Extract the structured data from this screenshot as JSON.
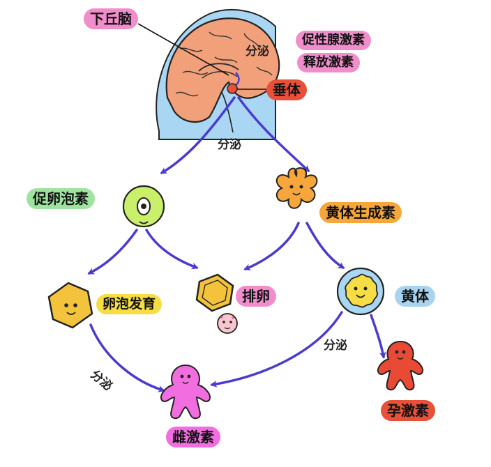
{
  "labels": {
    "hypothalamus": "下丘脑",
    "gonadotropin_releasing": "促性腺激素",
    "releasing_hormone": "释放激素",
    "secrete_1": "分泌",
    "pituitary": "垂体",
    "secrete_2": "分泌",
    "fsh": "促卵泡素",
    "lh": "黄体生成素",
    "follicle_dev": "卵泡发育",
    "ovulation": "排卵",
    "corpus_luteum": "黄体",
    "secrete_3": "分泌",
    "secrete_4": "分泌",
    "estrogen": "雌激素",
    "progesterone": "孕激素"
  },
  "colors": {
    "arrow": "#4a3ad0",
    "brain": "#f2a07a",
    "brain_bg": "#a9d6f2",
    "pink_pill": "#f08ecb",
    "red_pill": "#e8503a",
    "green_pill": "#9ee3a0",
    "orange_pill": "#f7a63b",
    "yellow_pill": "#f6dd43",
    "blue_pill": "#a9d3ee",
    "estrogen_figure": "#f26ee0",
    "progesterone_figure": "#e84a35",
    "follicle_green": "#c9ef6b",
    "gold": "#f4c33c"
  }
}
